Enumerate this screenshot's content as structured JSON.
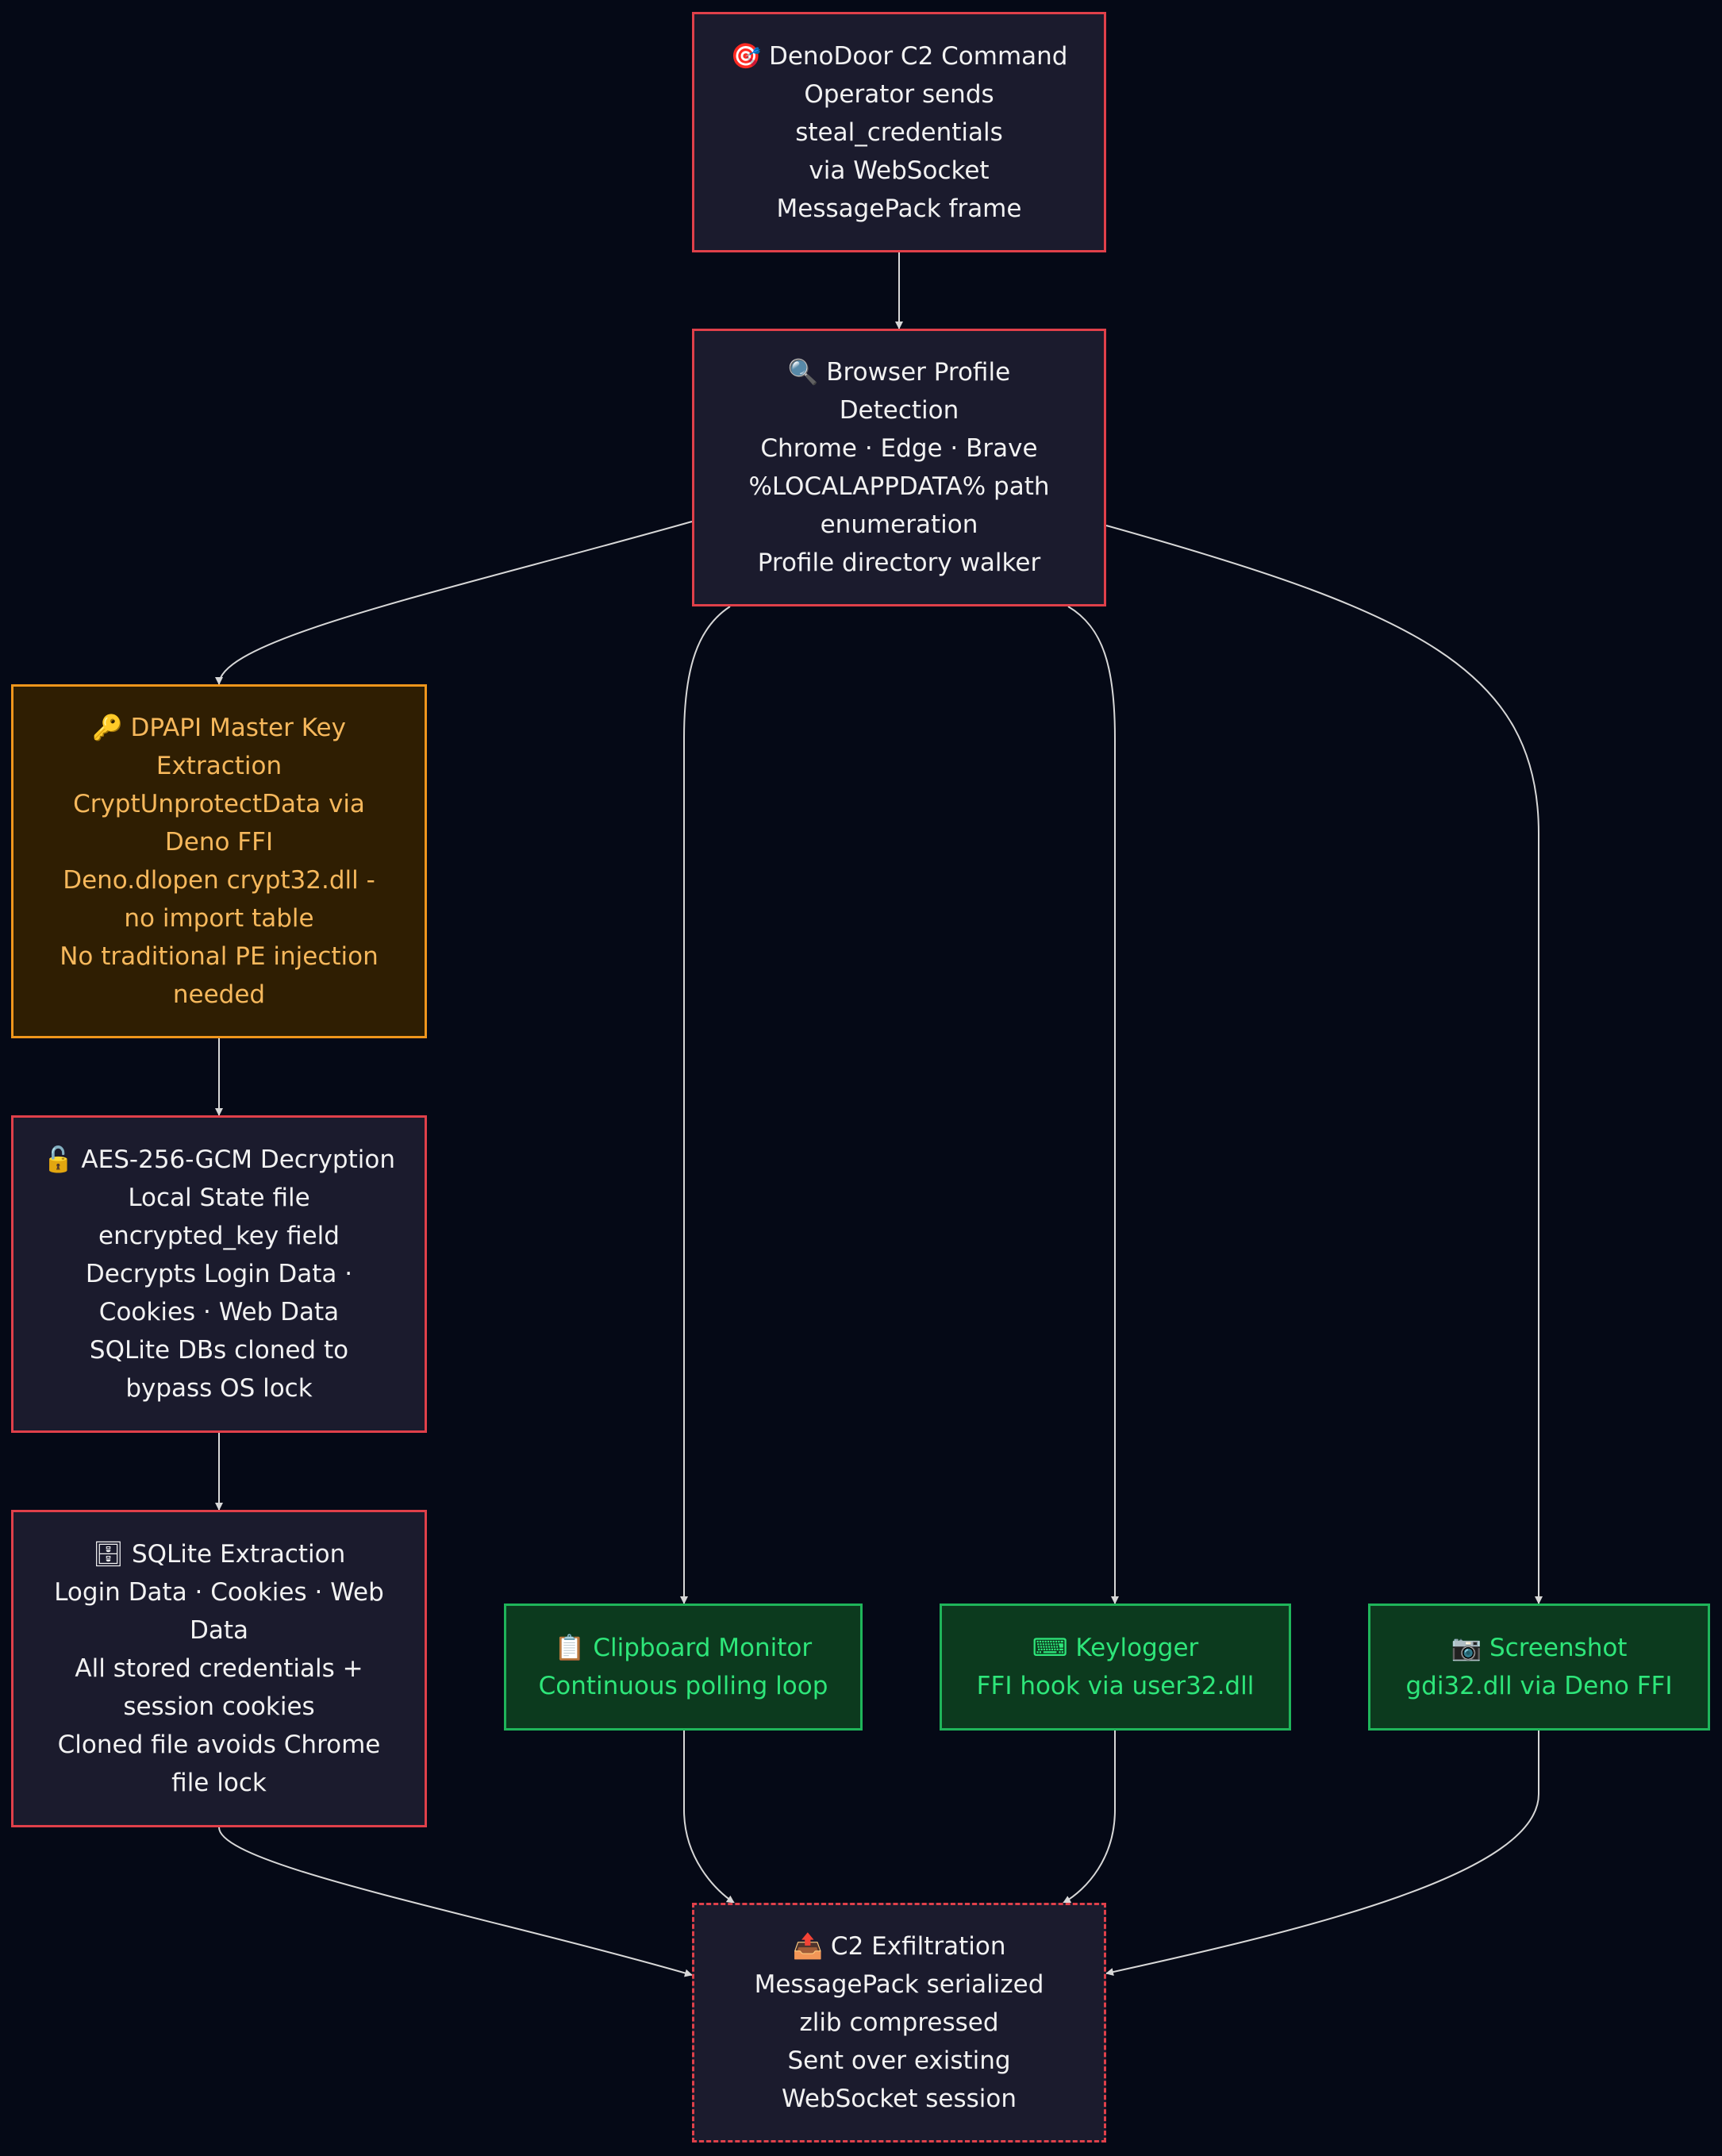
{
  "colors": {
    "background": "#050916",
    "edge": "#d7d7d7",
    "red_border": "#e0404a",
    "orange_border": "#f0961c",
    "green_border": "#1fb55a"
  },
  "nodes": {
    "c2_command": {
      "icon": "target-icon",
      "lines": [
        "🎯 DenoDoor C2 Command",
        "Operator sends",
        "steal_credentials",
        "via WebSocket",
        "MessagePack frame"
      ]
    },
    "browser_detection": {
      "icon": "magnifier-icon",
      "lines": [
        "🔍 Browser Profile",
        "Detection",
        "Chrome · Edge · Brave",
        "%LOCALAPPDATA% path",
        "enumeration",
        "Profile directory walker"
      ]
    },
    "dpapi": {
      "icon": "key-icon",
      "lines": [
        "🔑 DPAPI Master Key",
        "Extraction",
        "CryptUnprotectData via",
        "Deno FFI",
        "Deno.dlopen crypt32.dll -",
        "no import table",
        "No traditional PE injection",
        "needed"
      ]
    },
    "aes": {
      "icon": "unlocked-icon",
      "lines": [
        "🔓 AES-256-GCM Decryption",
        "Local State file",
        "encrypted_key field",
        "Decrypts Login Data ·",
        "Cookies · Web Data",
        "SQLite DBs cloned to",
        "bypass OS lock"
      ]
    },
    "sqlite": {
      "icon": "cabinet-icon",
      "lines": [
        "🗄 SQLite Extraction",
        "Login Data · Cookies · Web",
        "Data",
        "All stored credentials +",
        "session cookies",
        "Cloned file avoids Chrome",
        "file lock"
      ]
    },
    "clipboard": {
      "icon": "clipboard-icon",
      "lines": [
        "📋 Clipboard Monitor",
        "Continuous polling loop"
      ]
    },
    "keylogger": {
      "icon": "keyboard-icon",
      "lines": [
        "⌨ Keylogger",
        "FFI hook via user32.dll"
      ]
    },
    "screenshot": {
      "icon": "camera-icon",
      "lines": [
        "📷 Screenshot",
        "gdi32.dll via Deno FFI"
      ]
    },
    "exfil": {
      "icon": "outbox-icon",
      "lines": [
        "📤 C2 Exfiltration",
        "MessagePack serialized",
        "zlib compressed",
        "Sent over existing",
        "WebSocket session"
      ]
    }
  }
}
